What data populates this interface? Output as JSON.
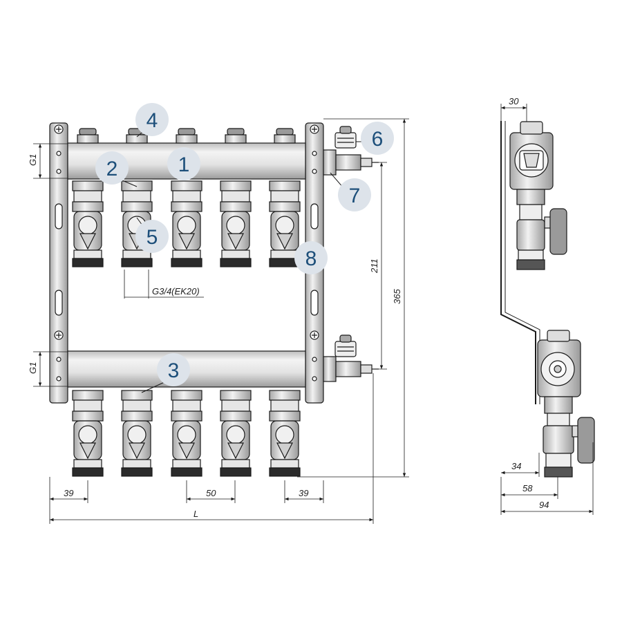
{
  "colors": {
    "callout_fill": "#dde3ea",
    "callout_text": "#1d4f7a",
    "line": "#1a1a1a",
    "metal": "#d9d9d9",
    "metal_dark": "#8a8a8a"
  },
  "callouts": [
    {
      "id": "c1",
      "label": "1"
    },
    {
      "id": "c2",
      "label": "2"
    },
    {
      "id": "c3",
      "label": "3"
    },
    {
      "id": "c4",
      "label": "4"
    },
    {
      "id": "c5",
      "label": "5"
    },
    {
      "id": "c6",
      "label": "6"
    },
    {
      "id": "c7",
      "label": "7"
    },
    {
      "id": "c8",
      "label": "8"
    }
  ],
  "dimensions": {
    "g1_top": "G1",
    "g1_bottom": "G1",
    "outlet_thread": "G3/4(EK20)",
    "height_211": "211",
    "height_365": "365",
    "spacing_left": "39",
    "spacing_pitch": "50",
    "spacing_right": "39",
    "length": "L",
    "side_30": "30",
    "side_34": "34",
    "side_58": "58",
    "side_94": "94"
  }
}
